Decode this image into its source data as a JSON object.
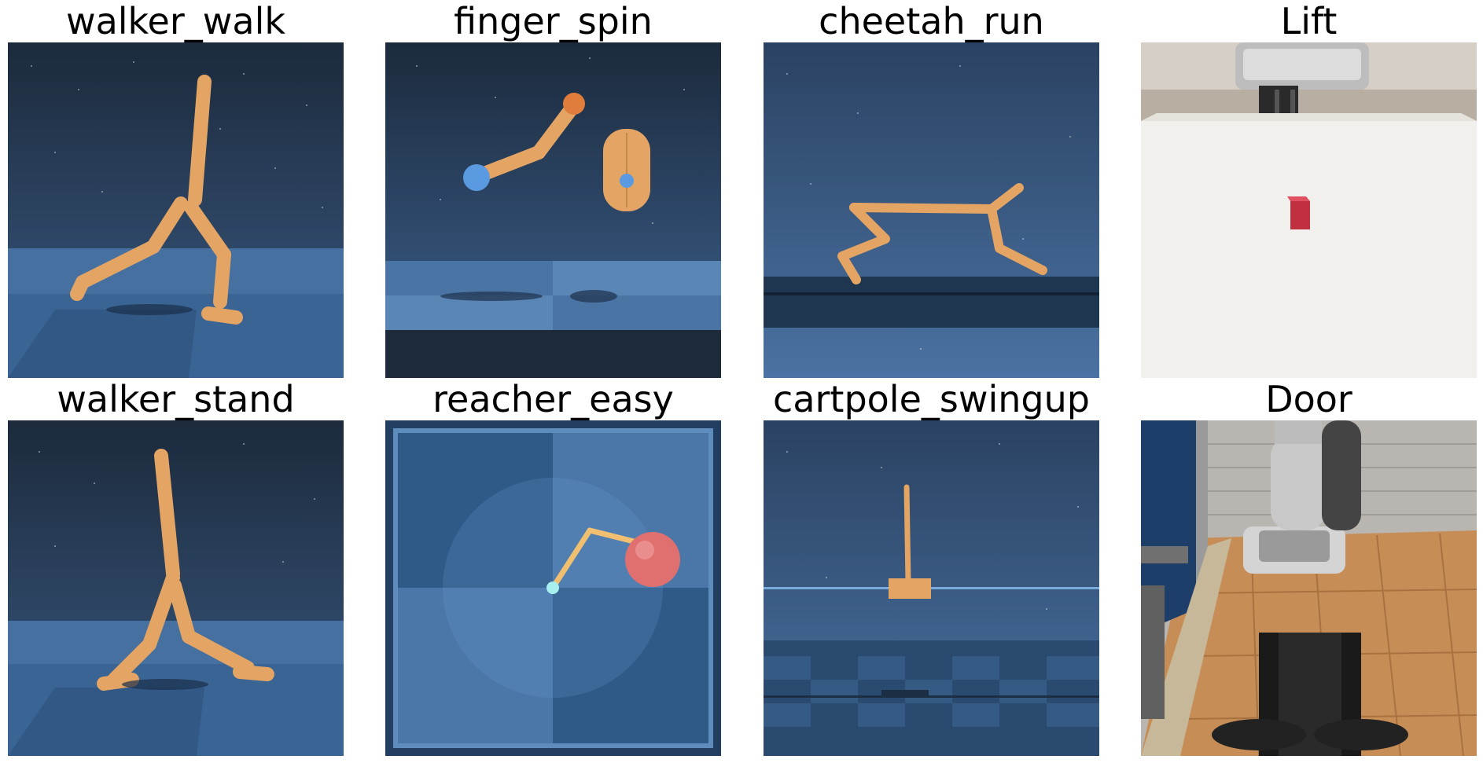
{
  "panels": [
    {
      "title": "walker_walk",
      "scene": "walker-walk"
    },
    {
      "title": "finger_spin",
      "scene": "finger-spin"
    },
    {
      "title": "cheetah_run",
      "scene": "cheetah-run"
    },
    {
      "title": "Lift",
      "scene": "lift"
    },
    {
      "title": "walker_stand",
      "scene": "walker-stand"
    },
    {
      "title": "reacher_easy",
      "scene": "reacher-easy"
    },
    {
      "title": "cartpole_swingup",
      "scene": "cartpole-swingup"
    },
    {
      "title": "Door",
      "scene": "door"
    }
  ],
  "colors": {
    "sky_top": "#1c2a3c",
    "sky_bottom": "#3c6290",
    "floor": "#4a74a4",
    "body": "#e0a060",
    "blue_tip": "#5a9ae0",
    "red_cube": "#c03040",
    "target": "#e07070",
    "wood": "#c08850"
  }
}
